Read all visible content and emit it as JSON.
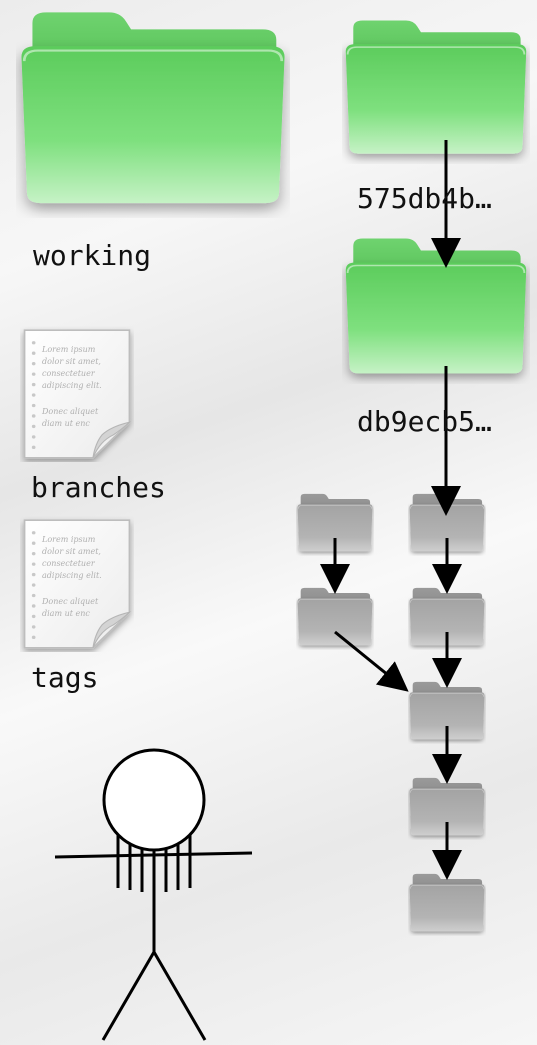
{
  "folders": {
    "working_label": "working",
    "commit_1_label": "575db4b…",
    "commit_2_label": "db9ecb5…"
  },
  "files": {
    "branches_label": "branches",
    "tags_label": "tags",
    "doc_text": [
      "Lorem ipsum",
      "dolor sit amet,",
      "consectetuer",
      "adipiscing elit.",
      "Donec aliquet",
      "diam ut enc"
    ]
  },
  "colors": {
    "green_folder": "#5fd35f",
    "gray_folder": "#a8a8a8",
    "arrow": "#000000"
  },
  "icons": {
    "working": "folder-icon",
    "commits": "folder-icon",
    "refs": "document-icon",
    "user": "stick-figure-icon"
  }
}
